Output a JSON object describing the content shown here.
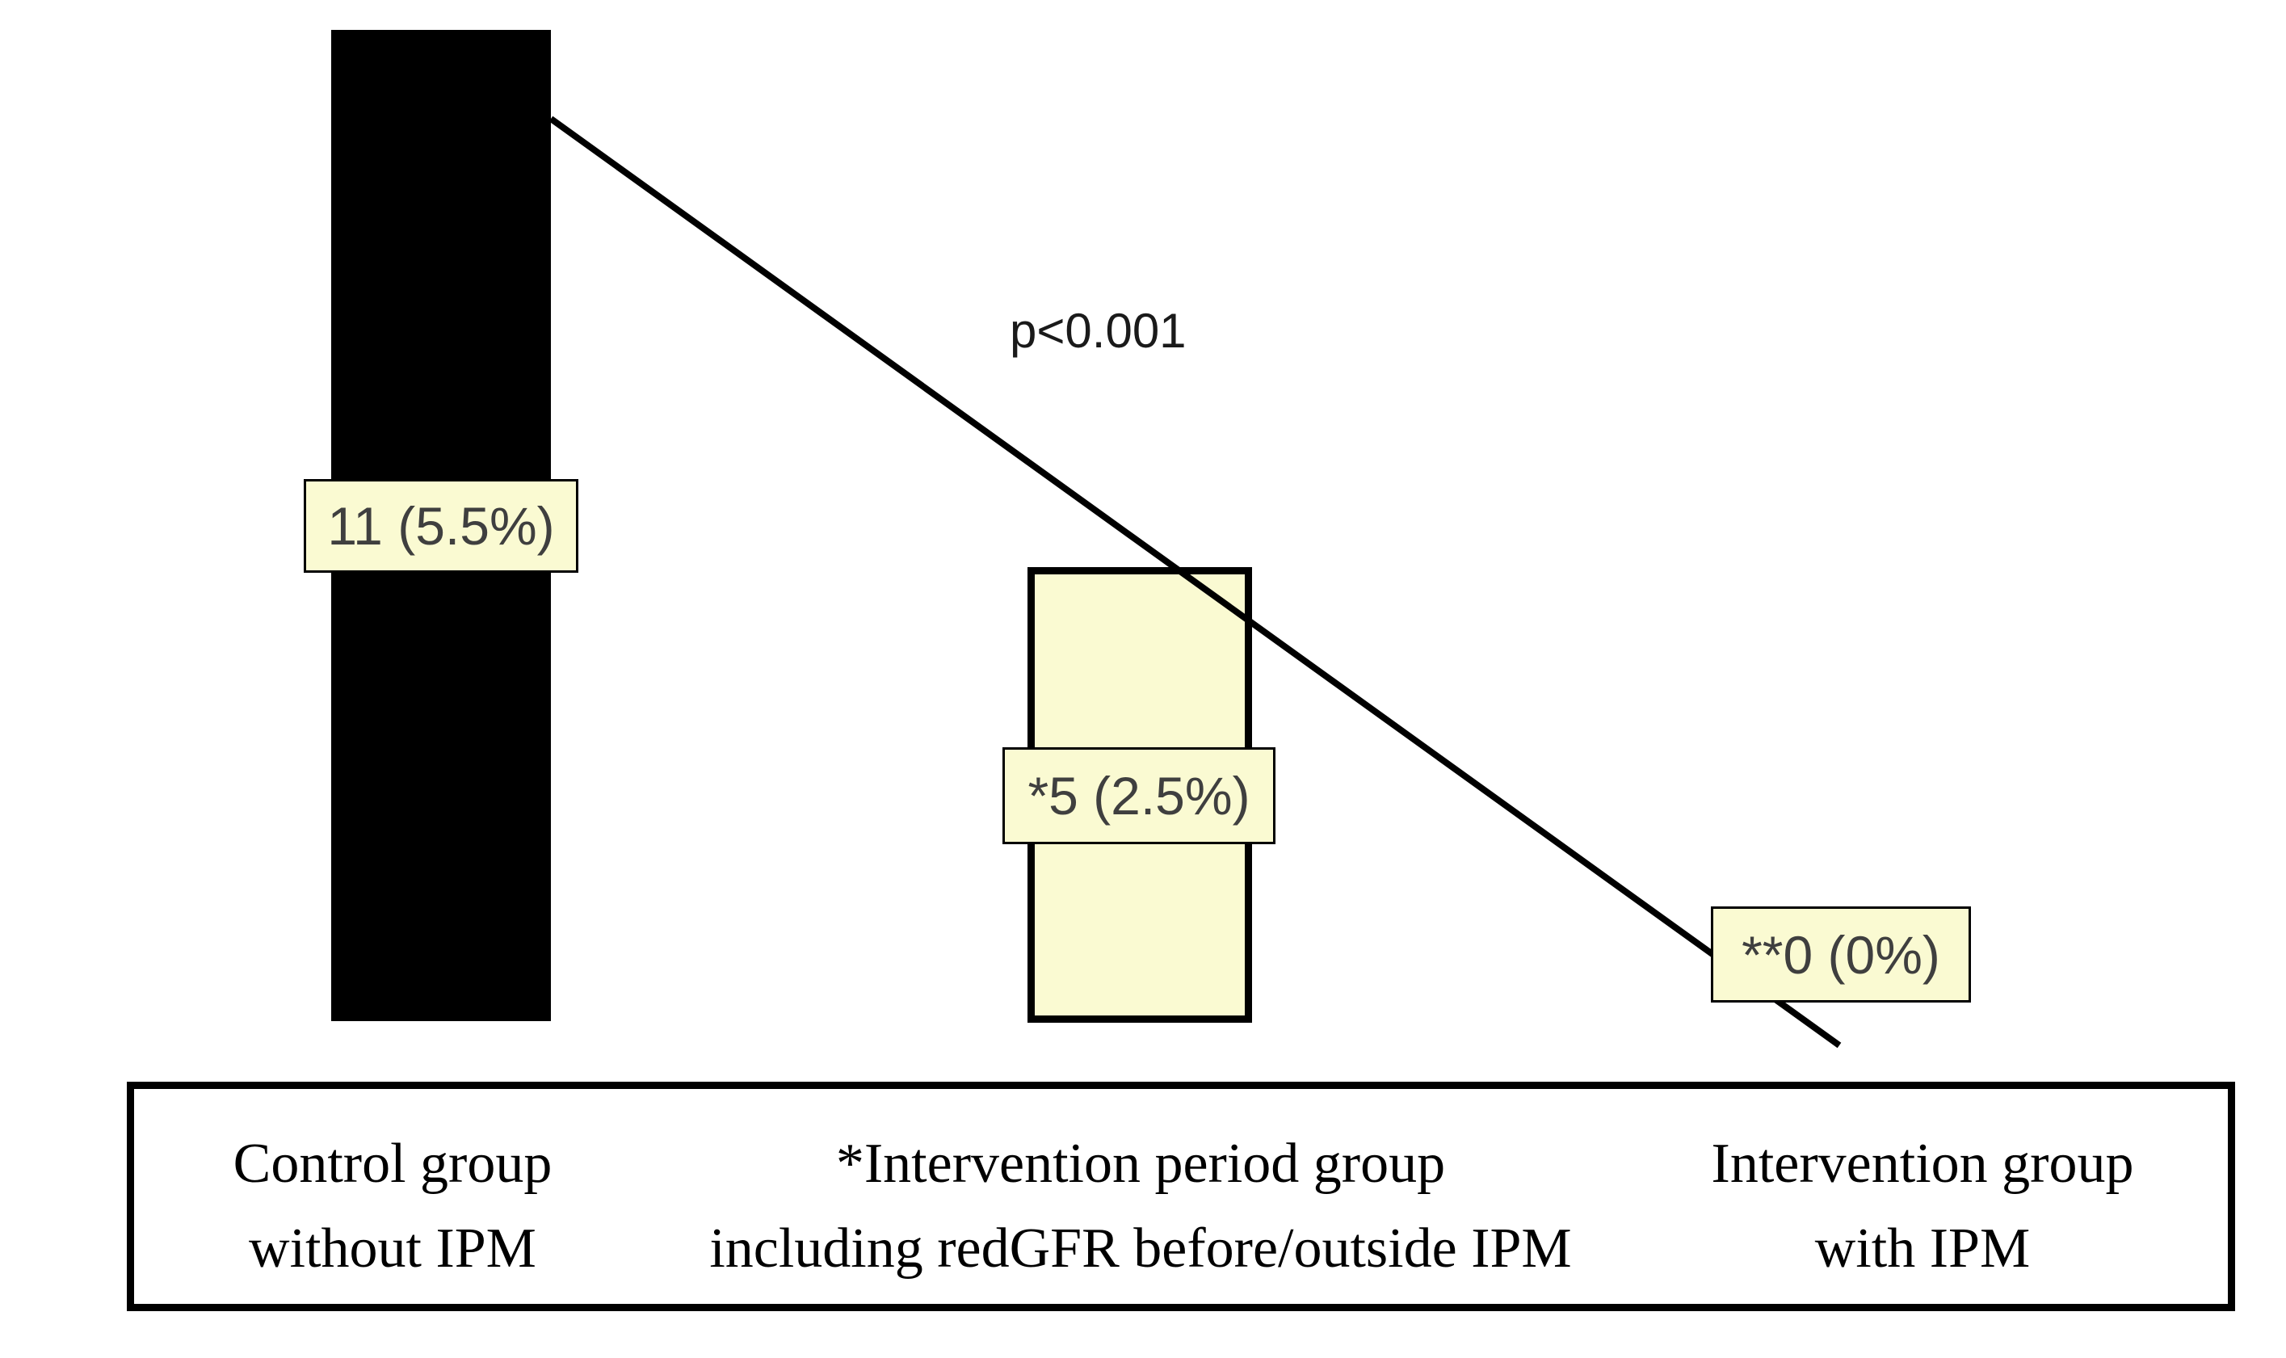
{
  "chart_data": {
    "type": "bar",
    "categories": [
      "Control group without IPM",
      "*Intervention period group including redGFR before/outside IPM",
      "Intervention group with IPM"
    ],
    "counts": [
      11,
      5,
      0
    ],
    "values_percent": [
      5.5,
      2.5,
      0
    ],
    "bar_labels": [
      "11 (5.5%)",
      "*5 (2.5%)",
      "**0 (0%)"
    ],
    "annotation": "p<0.001",
    "ylim": [
      0,
      5.5
    ],
    "grid": false,
    "legend": false,
    "bar_fill_colors": [
      "#000000",
      "#FAFAD2",
      "none"
    ],
    "trend_line": {
      "present": true,
      "from_category": 0,
      "to_category": 2,
      "direction": "decreasing"
    }
  },
  "labels": {
    "bar1": "11 (5.5%)",
    "bar2": "*5 (2.5%)",
    "bar3": "**0 (0%)",
    "p_value": "p<0.001"
  },
  "categories": [
    {
      "line1": "Control group",
      "line2": "without IPM"
    },
    {
      "line1": "*Intervention period group",
      "line2": "including redGFR before/outside IPM"
    },
    {
      "line1": "Intervention group",
      "line2": "with IPM"
    }
  ],
  "colors": {
    "background": "#FFFFFF",
    "bar_black": "#000000",
    "bar_yellow_fill": "#FAFAD2",
    "label_box_fill": "#FAFAD2",
    "label_box_border": "#000000",
    "label_text": "#3F3F3F",
    "annotation_text": "#1A1A1A",
    "trend_line": "#000000",
    "axis_box_border": "#000000",
    "category_text": "#000000"
  }
}
